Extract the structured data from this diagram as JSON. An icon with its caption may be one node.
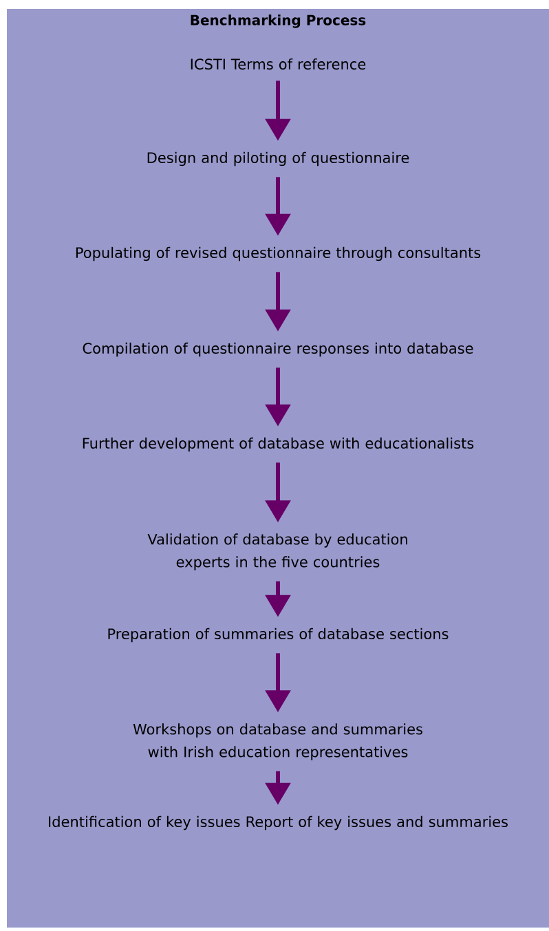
{
  "diagram": {
    "title": "Benchmarking Process",
    "nodes": [
      {
        "text": [
          "ICSTI Terms of reference"
        ]
      },
      {
        "text": [
          "Design and piloting of questionnaire"
        ]
      },
      {
        "text": [
          "Populating of revised questionnaire through consultants"
        ]
      },
      {
        "text": [
          "Compilation of questionnaire responses into database"
        ]
      },
      {
        "text": [
          "Further development of database with educationalists"
        ]
      },
      {
        "text": [
          "Validation of database by education experts in the five countries"
        ]
      },
      {
        "text": [
          "Preparation of summaries of database sections"
        ]
      },
      {
        "text": [
          "Workshops on database and summaries with Irish education representatives"
        ]
      },
      {
        "text": [
          "Identification of key issues Report of key issues and summaries"
        ]
      }
    ],
    "edges": [
      {
        "from": 0,
        "to": 1,
        "arrow": "to"
      },
      {
        "from": 1,
        "to": 2,
        "arrow": "to"
      },
      {
        "from": 2,
        "to": 3,
        "arrow": "to"
      },
      {
        "from": 3,
        "to": 4,
        "arrow": "to"
      },
      {
        "from": 4,
        "to": 5,
        "arrow": "to"
      },
      {
        "from": 5,
        "to": 6,
        "arrow": "to"
      },
      {
        "from": 6,
        "to": 7,
        "arrow": "to"
      },
      {
        "from": 7,
        "to": 8,
        "arrow": "to"
      }
    ]
  }
}
